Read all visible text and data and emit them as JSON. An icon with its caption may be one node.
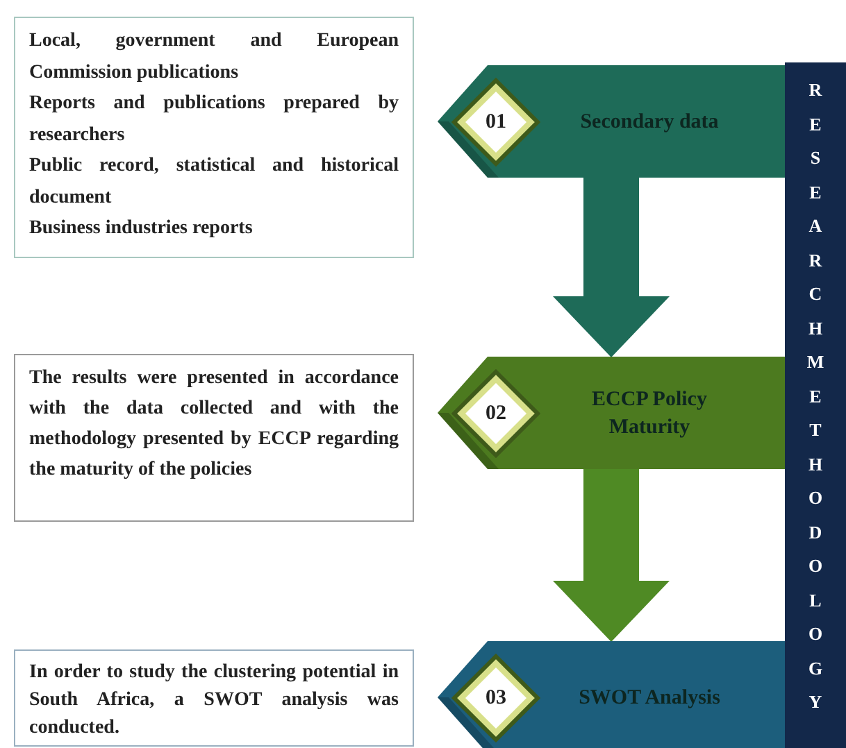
{
  "diagram": {
    "nodes": [
      {
        "text": [
          "Local, government and European Commission publications",
          "Reports and publications prepared by researchers",
          "Public record, statistical and historical document",
          "Business industries reports"
        ]
      },
      {
        "text": [
          "01",
          "Secondary data"
        ]
      },
      {
        "text": [
          "The results were presented in accordance with the data collected and with the methodology presented by ECCP regarding the maturity of the policies"
        ]
      },
      {
        "text": [
          "02",
          "ECCP Policy Maturity"
        ]
      },
      {
        "text": [
          "In order to study the clustering potential in South Africa, a SWOT analysis was conducted."
        ]
      },
      {
        "text": [
          "03",
          "SWOT Analysis"
        ]
      },
      {
        "text": [
          "RESEARCH METHODOLOGY"
        ]
      }
    ],
    "edges": [
      {
        "from": 1,
        "to": 3,
        "arrow": "to",
        "color": "#1e6b58"
      },
      {
        "from": 3,
        "to": 5,
        "arrow": "to",
        "color": "#4f8a24"
      }
    ]
  }
}
